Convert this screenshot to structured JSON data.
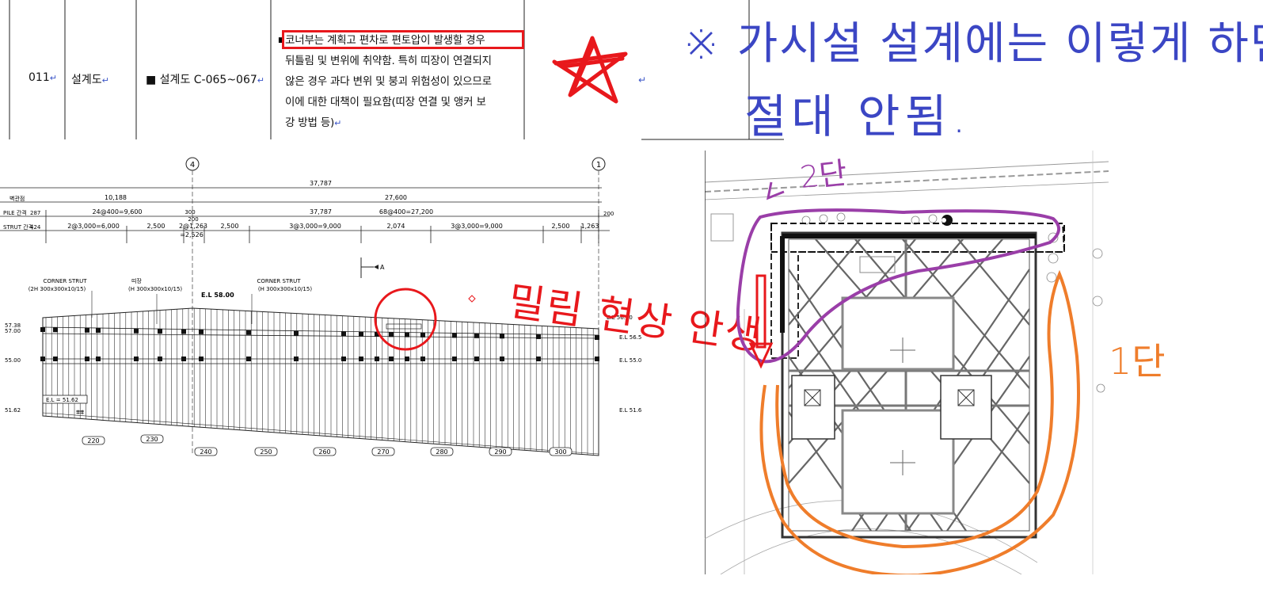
{
  "table": {
    "row_no": "011",
    "doc_type": "설계도",
    "drawing_ref": "■ 설계도 C-065~067",
    "return_mark": "↵",
    "bullet": "■",
    "comment_lines": [
      "코너부는 계획고 편차로 편토압이 발생할 경우",
      "뒤틀림 및 변위에 취약함. 특히 띠장이 연결되지",
      "않은 경우 과다 변위 및 붕괴 위험성이 있으므로",
      "이에 대한 대책이 필요함(띠장 연결 및 앵커 보",
      "강 방법 등)"
    ]
  },
  "annotations": {
    "note_line1": "※ 가시설 설계에는 이렇게 하면",
    "note_line2": "절대 안됨.",
    "sliding_note": "밀림 현상 안생",
    "tier2_note": "2단",
    "tier1_note": "1단"
  },
  "elevation": {
    "grid_4": "4",
    "grid_1": "1",
    "row_labels": [
      "벽관점",
      "PILE 간격",
      "STRUT 간격"
    ],
    "total_dim": "37,787",
    "dim_row1": [
      "10,188",
      "27,600"
    ],
    "dim_row2": [
      "287",
      "24@400=9,600",
      "300",
      "37,787",
      "68@400=27,200",
      "200"
    ],
    "dim_row2_sub": "200",
    "dim_row3": [
      "424",
      "2@3,000=6,000",
      "2,500",
      "2@1,263",
      "2,500",
      "3@3,000=9,000",
      "2,074",
      "3@3,000=9,000",
      "2,500",
      "1,263"
    ],
    "dim_row3_sub": "=2,526",
    "section_marker": "A",
    "labels": {
      "corner_strut_1": "CORNER STRUT",
      "corner_strut_1_spec": "(2H 300x300x10/15)",
      "waler": "띠장",
      "waler_spec": "(H 300x300x10/15)",
      "corner_strut_2": "CORNER STRUT",
      "corner_strut_2_spec": "(H 300x300x10/15)"
    },
    "el_top": "E.L 58.00",
    "el_right_top": "E.L 56.50",
    "left_levels": [
      "57.38",
      "57.00",
      "55.00",
      "51.62"
    ],
    "right_levels": [
      "E.L 56.5",
      "E.L 55.0",
      "E.L 51.6"
    ],
    "el_box": "E.L = 51.62",
    "stations": [
      "220",
      "230",
      "240",
      "250",
      "260",
      "270",
      "280",
      "290",
      "300"
    ]
  },
  "colors": {
    "red": "#e8181c",
    "blue_ink": "#3b46c4",
    "purple": "#9a3ea8",
    "orange": "#ef7d2b"
  }
}
